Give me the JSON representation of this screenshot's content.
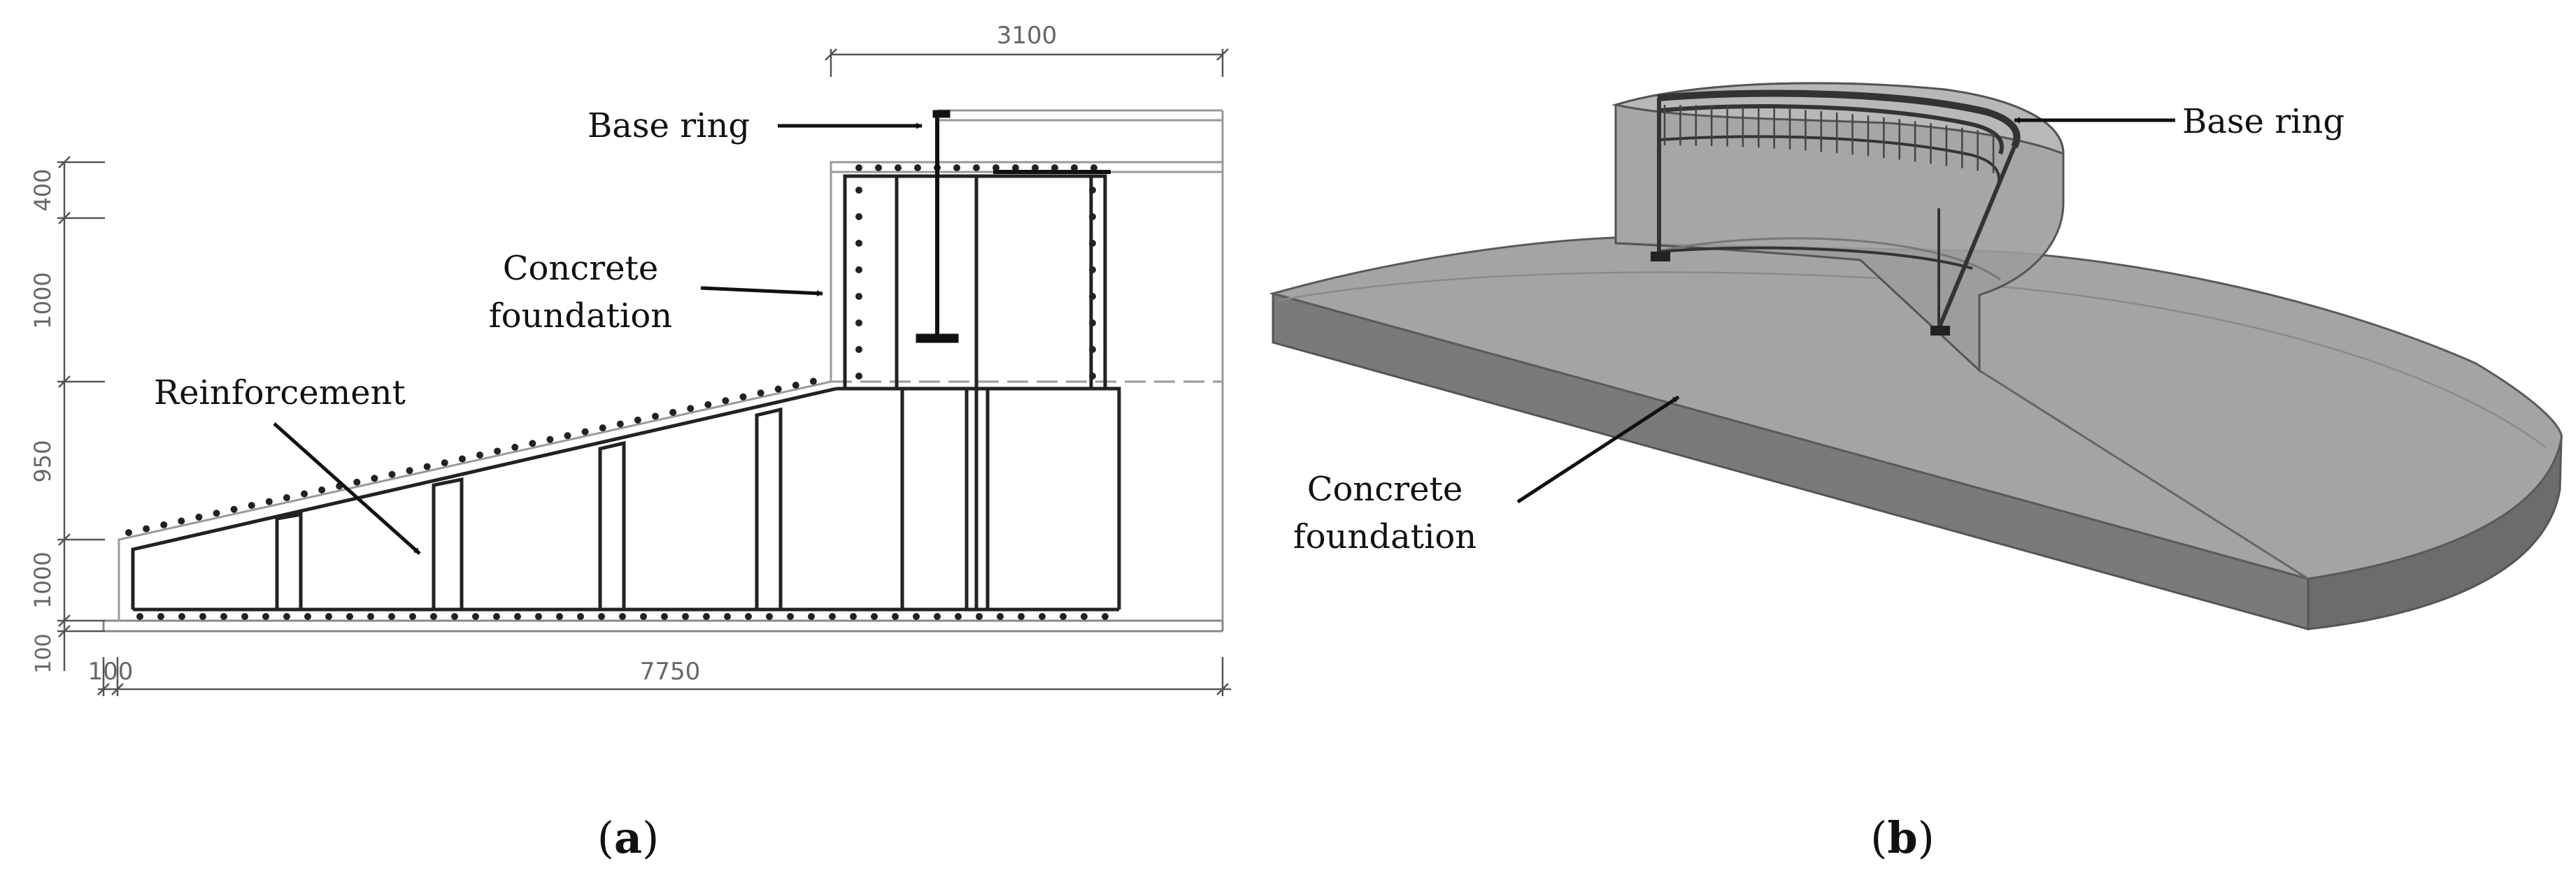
{
  "panel_a": {
    "caption_prefix": "(",
    "caption_letter": "a",
    "caption_suffix": ")",
    "labels": {
      "base_ring": "Base ring",
      "concrete_foundation_line1": "Concrete",
      "concrete_foundation_line2": "foundation",
      "reinforcement": "Reinforcement"
    },
    "dimensions": {
      "top_width": "3100",
      "base_length": "7750",
      "left_offset": "100",
      "v_400": "400",
      "v_1000_upper": "1000",
      "v_950": "950",
      "v_1000_lower": "1000",
      "v_100": "100"
    }
  },
  "panel_b": {
    "caption_prefix": "(",
    "caption_letter": "b",
    "caption_suffix": ")",
    "labels": {
      "base_ring": "Base ring",
      "concrete_foundation_line1": "Concrete",
      "concrete_foundation_line2": "foundation"
    }
  }
}
